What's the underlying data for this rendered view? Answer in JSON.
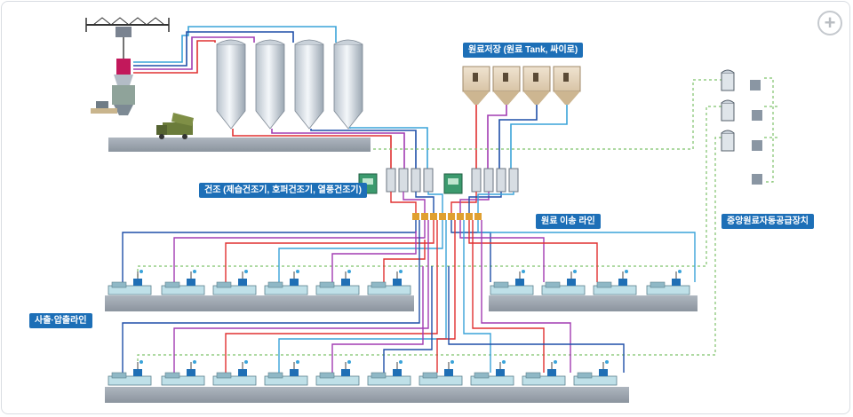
{
  "labels": {
    "storage": "원료저장 (원료 Tank, 싸이로)",
    "drying": "건조 (제습건조기, 호퍼건조기, 열풍건조기)",
    "transfer_line": "원료 이송 라인",
    "central_supply": "중앙원료자동공급장치",
    "injection_line": "사출·압출라인"
  },
  "controls": {
    "zoom_symbol": "+"
  },
  "colors": {
    "accent": "#1d6fb7",
    "line_red": "#e03131",
    "line_blue": "#1f4fa8",
    "line_purple": "#a23bb2",
    "line_cyan": "#3aa3d9",
    "line_green_dashed": "#7ec26b",
    "platform": "#9aa3ad"
  },
  "icons": [
    "zoom-plus-icon",
    "crane-icon",
    "truck-icon",
    "silo-icon",
    "tank-icon",
    "dryer-icon",
    "injection-machine-icon",
    "central-hopper-icon"
  ]
}
